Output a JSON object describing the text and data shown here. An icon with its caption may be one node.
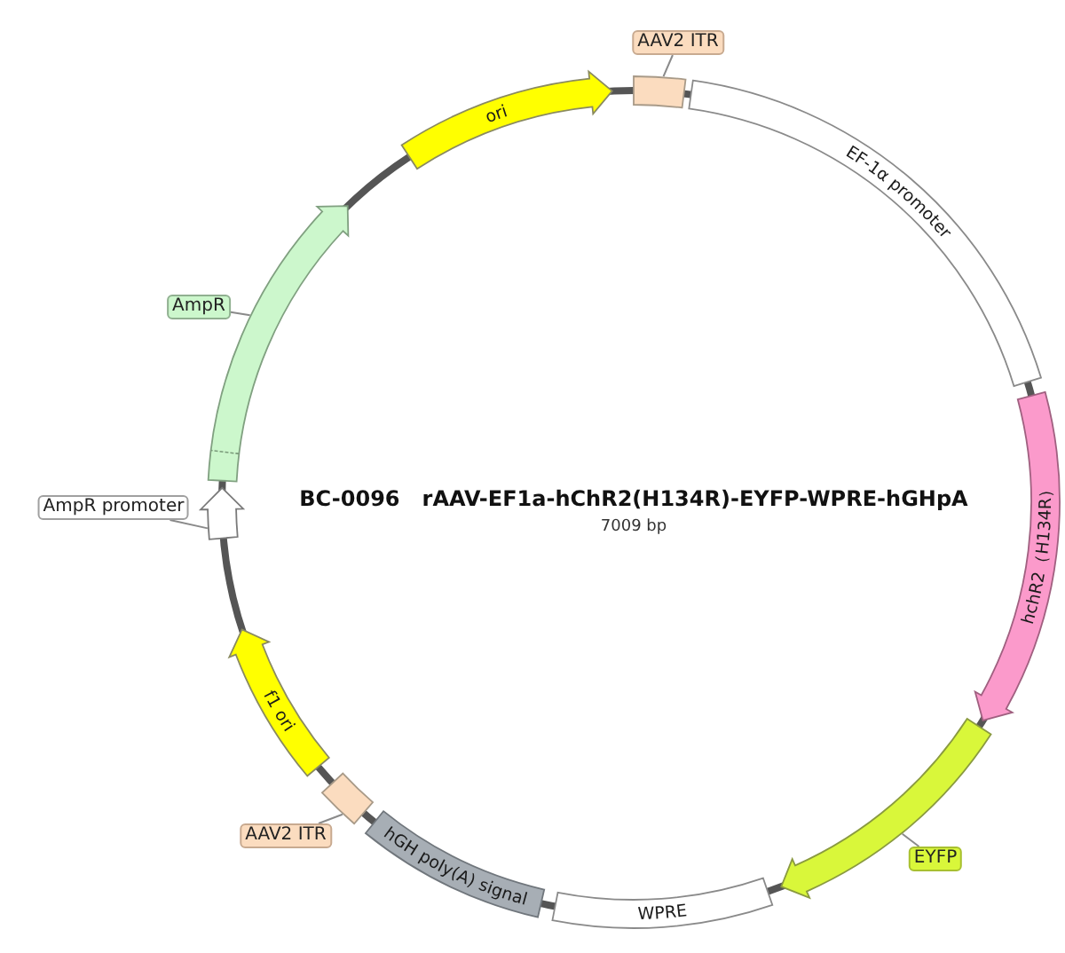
{
  "diagram": {
    "title": "BC-0096   rAAV-EF1a-hChR2(H134R)-EYFP-WPRE-hGHpA",
    "nodes": [
      {
        "text": [
          "AAV2 ITR"
        ]
      },
      {
        "text": [],
        "shape": "box"
      },
      {
        "text": [
          "ori"
        ]
      },
      {
        "text": [
          "EF-1α promoter"
        ]
      },
      {
        "text": [
          "hchR2（H134R）"
        ]
      },
      {
        "text": [
          "EYFP"
        ]
      },
      {
        "text": [],
        "shape": "arrow"
      },
      {
        "text": [
          "WPRE"
        ]
      },
      {
        "text": [
          "hGH poly(A) signal"
        ]
      },
      {
        "text": [
          "AAV2 ITR"
        ]
      },
      {
        "text": [],
        "shape": "box"
      },
      {
        "text": [
          "f1 ori"
        ]
      },
      {
        "text": [
          "AmpR promoter"
        ]
      },
      {
        "text": [],
        "shape": "arrow"
      },
      {
        "text": [
          "AmpR"
        ]
      },
      {
        "text": [],
        "shape": "arrow"
      }
    ],
    "edges": [
      {
        "from": 0,
        "to": 1,
        "arrow": "none"
      },
      {
        "from": 5,
        "to": 6,
        "arrow": "none"
      },
      {
        "from": 9,
        "to": 10,
        "arrow": "none"
      },
      {
        "from": 12,
        "to": 13,
        "arrow": "none"
      },
      {
        "from": 14,
        "to": 15,
        "arrow": "none"
      }
    ],
    "labels": [
      "7009 bp"
    ]
  }
}
